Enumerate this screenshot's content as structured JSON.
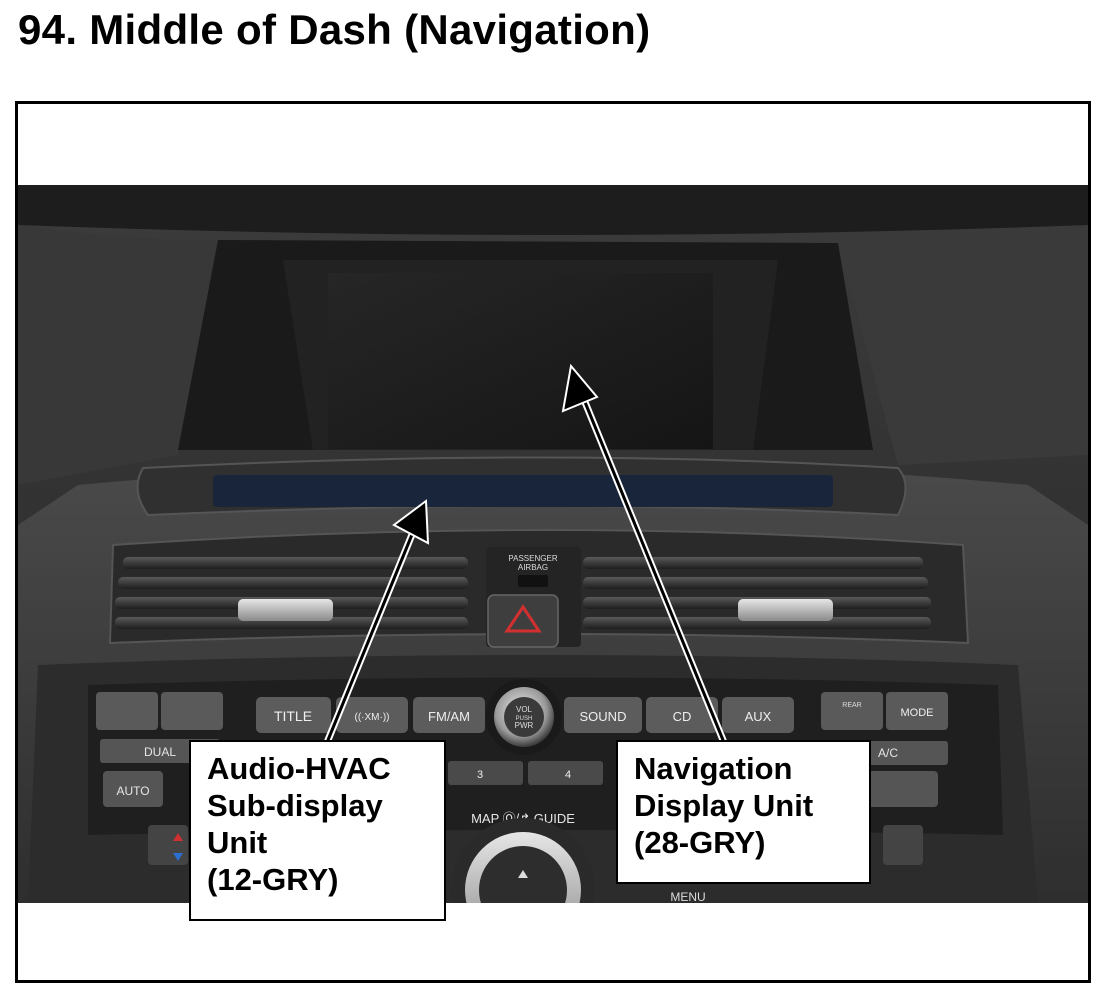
{
  "page": {
    "title": "94. Middle of Dash (Navigation)"
  },
  "callouts": {
    "audio_hvac": {
      "lines": [
        "Audio-HVAC",
        "Sub-display",
        "Unit",
        "(12-GRY)"
      ]
    },
    "navigation": {
      "lines": [
        "Navigation",
        "Display Unit",
        "(28-GRY)"
      ]
    }
  },
  "dash_labels": {
    "passenger_airbag": [
      "PASSENGER",
      "AIRBAG"
    ],
    "title_btn": "TITLE",
    "xm_btn": "((·XM·))",
    "fmam_btn": "FM/AM",
    "vol_knob": [
      "VOL",
      "PUSH",
      "PWR"
    ],
    "sound_btn": "SOUND",
    "cd_btn": "CD",
    "aux_btn": "AUX",
    "rear_btn": "REAR",
    "mode_btn": "MODE",
    "dual_btn": "DUAL",
    "auto_btn": "AUTO",
    "ac_btn": "A/C",
    "preset_3": "3",
    "preset_4": "4",
    "map_guide": "MAP  Ⓞ/↱ GUIDE",
    "menu_btn": "MENU"
  }
}
